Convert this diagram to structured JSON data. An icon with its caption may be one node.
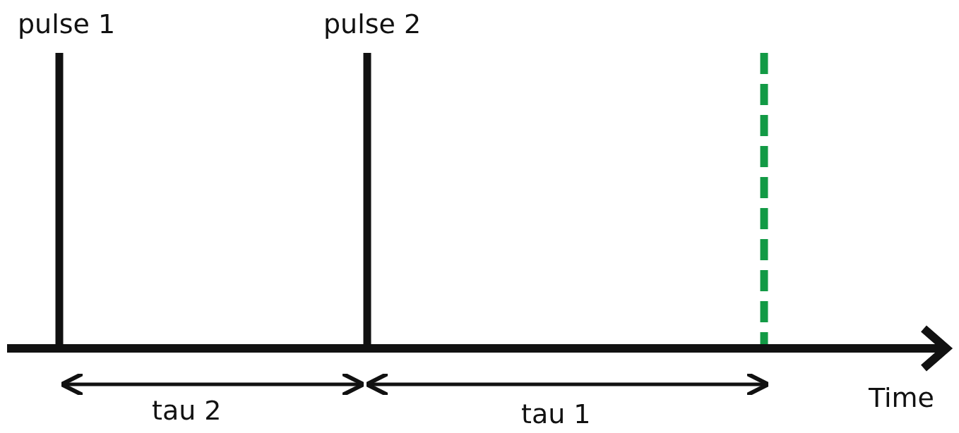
{
  "diagram": {
    "labels": [
      "pulse 1",
      "pulse 2",
      "tau 2",
      "tau 1",
      "Time"
    ]
  }
}
